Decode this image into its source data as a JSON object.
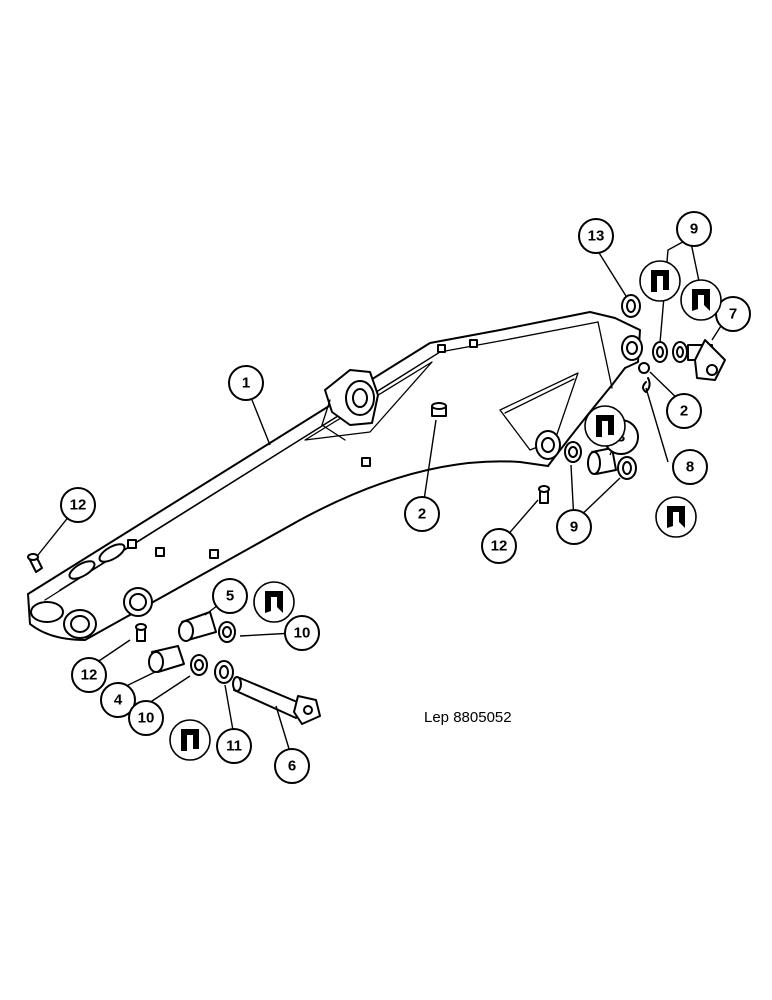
{
  "diagram": {
    "reference": "Lep 8805052",
    "callouts": {
      "c1": "1",
      "c2a": "2",
      "c2b": "2",
      "c3": "3",
      "c4": "4",
      "c5": "5",
      "c6": "6",
      "c7": "7",
      "c8": "8",
      "c9a": "9",
      "c9b": "9",
      "c10a": "10",
      "c10b": "10",
      "c11": "11",
      "c12a": "12",
      "c12b": "12",
      "c12c": "12",
      "c13": "13"
    },
    "seal_symbol_icon": "seal-orientation-icon"
  }
}
